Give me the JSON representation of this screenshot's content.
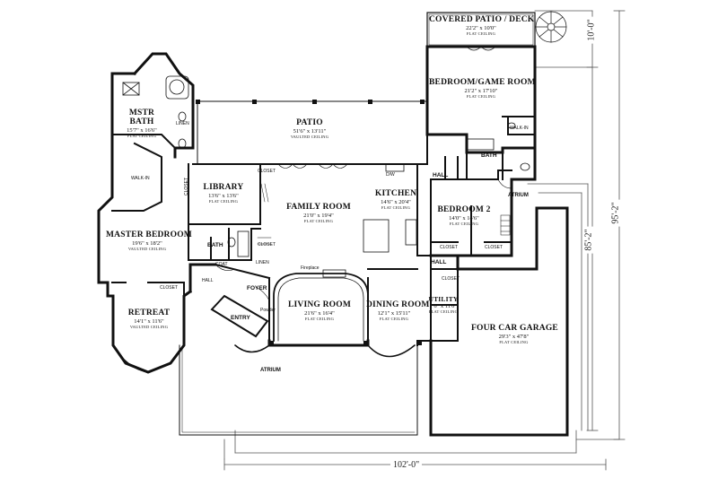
{
  "rooms": {
    "covered_patio": {
      "name": "COVERED PATIO / DECK",
      "dims": "22'2\" x 10'0\"",
      "note": "FLAT CEILING"
    },
    "bedroom_game": {
      "name": "BEDROOM/GAME ROOM",
      "dims": "21'2\" x 17'10\"",
      "note": "FLAT CEILING"
    },
    "mstr_bath": {
      "name": "MSTR BATH",
      "dims": "15'7\" x 16'6\"",
      "note": "FLAT CEILING"
    },
    "patio": {
      "name": "PATIO",
      "dims": "51'6\" x 13'11\"",
      "note": "VAULTED CEILING"
    },
    "library": {
      "name": "LIBRARY",
      "dims": "13'6\" x 13'6\"",
      "note": "FLAT CEILING"
    },
    "family_room": {
      "name": "FAMILY ROOM",
      "dims": "21'0\" x 19'4\"",
      "note": "FLAT CEILING"
    },
    "kitchen": {
      "name": "KITCHEN",
      "dims": "14'6\" x 20'4\"",
      "note": "FLAT CEILING"
    },
    "bedroom2": {
      "name": "BEDROOM 2",
      "dims": "14'0\" x 14'6\"",
      "note": "FLAT CEILING"
    },
    "master_bedroom": {
      "name": "MASTER BEDROOM",
      "dims": "19'6\" x 18'2\"",
      "note": "VAULTED CEILING"
    },
    "retreat": {
      "name": "RETREAT",
      "dims": "14'1\" x 11'6\"",
      "note": "VAULTED CEILING"
    },
    "living_room": {
      "name": "LIVING ROOM",
      "dims": "21'6\" x 16'4\"",
      "note": "FLAT CEILING"
    },
    "dining_room": {
      "name": "DINING ROOM",
      "dims": "12'1\" x 15'11\"",
      "note": "FLAT CEILING"
    },
    "utility": {
      "name": "UTILITY",
      "dims": "7'6\" x 11'0\"",
      "note": "FLAT CEILING"
    },
    "garage": {
      "name": "FOUR CAR GARAGE",
      "dims": "29'3\" x 47'8\"",
      "note": "FLAT CEILING"
    }
  },
  "small_labels": {
    "walk_in_master": "WALK-IN",
    "walk_in_bath": "WALK-IN",
    "linen": "LINEN",
    "closet_library": "CLOSET",
    "closet_family": "CLOSET",
    "closet_bed2_left": "CLOSET",
    "closet_bed2_right": "CLOSET",
    "closet_retreat": "CLOSET",
    "closet_utility": "CLOSET",
    "closet_bath": "CLOSET",
    "bath_main": "BATH",
    "bath_right": "BATH",
    "hall_upper": "HALL",
    "hall_lower": "HALL",
    "hall_entry": "HALL",
    "atrium_right": "ATRIUM",
    "atrium_front": "ATRIUM",
    "foyer": "FOYER",
    "entry": "ENTRY",
    "coat": "COAT",
    "fireplace": "Fireplace",
    "powder": "Powder",
    "linen_hall": "LINEN",
    "dw": "D/W"
  },
  "dimensions": {
    "overall_width": "102'-0\"",
    "overall_depth": "95'-2\"",
    "main_depth": "85'-2\"",
    "patio_depth": "10'-0\""
  }
}
